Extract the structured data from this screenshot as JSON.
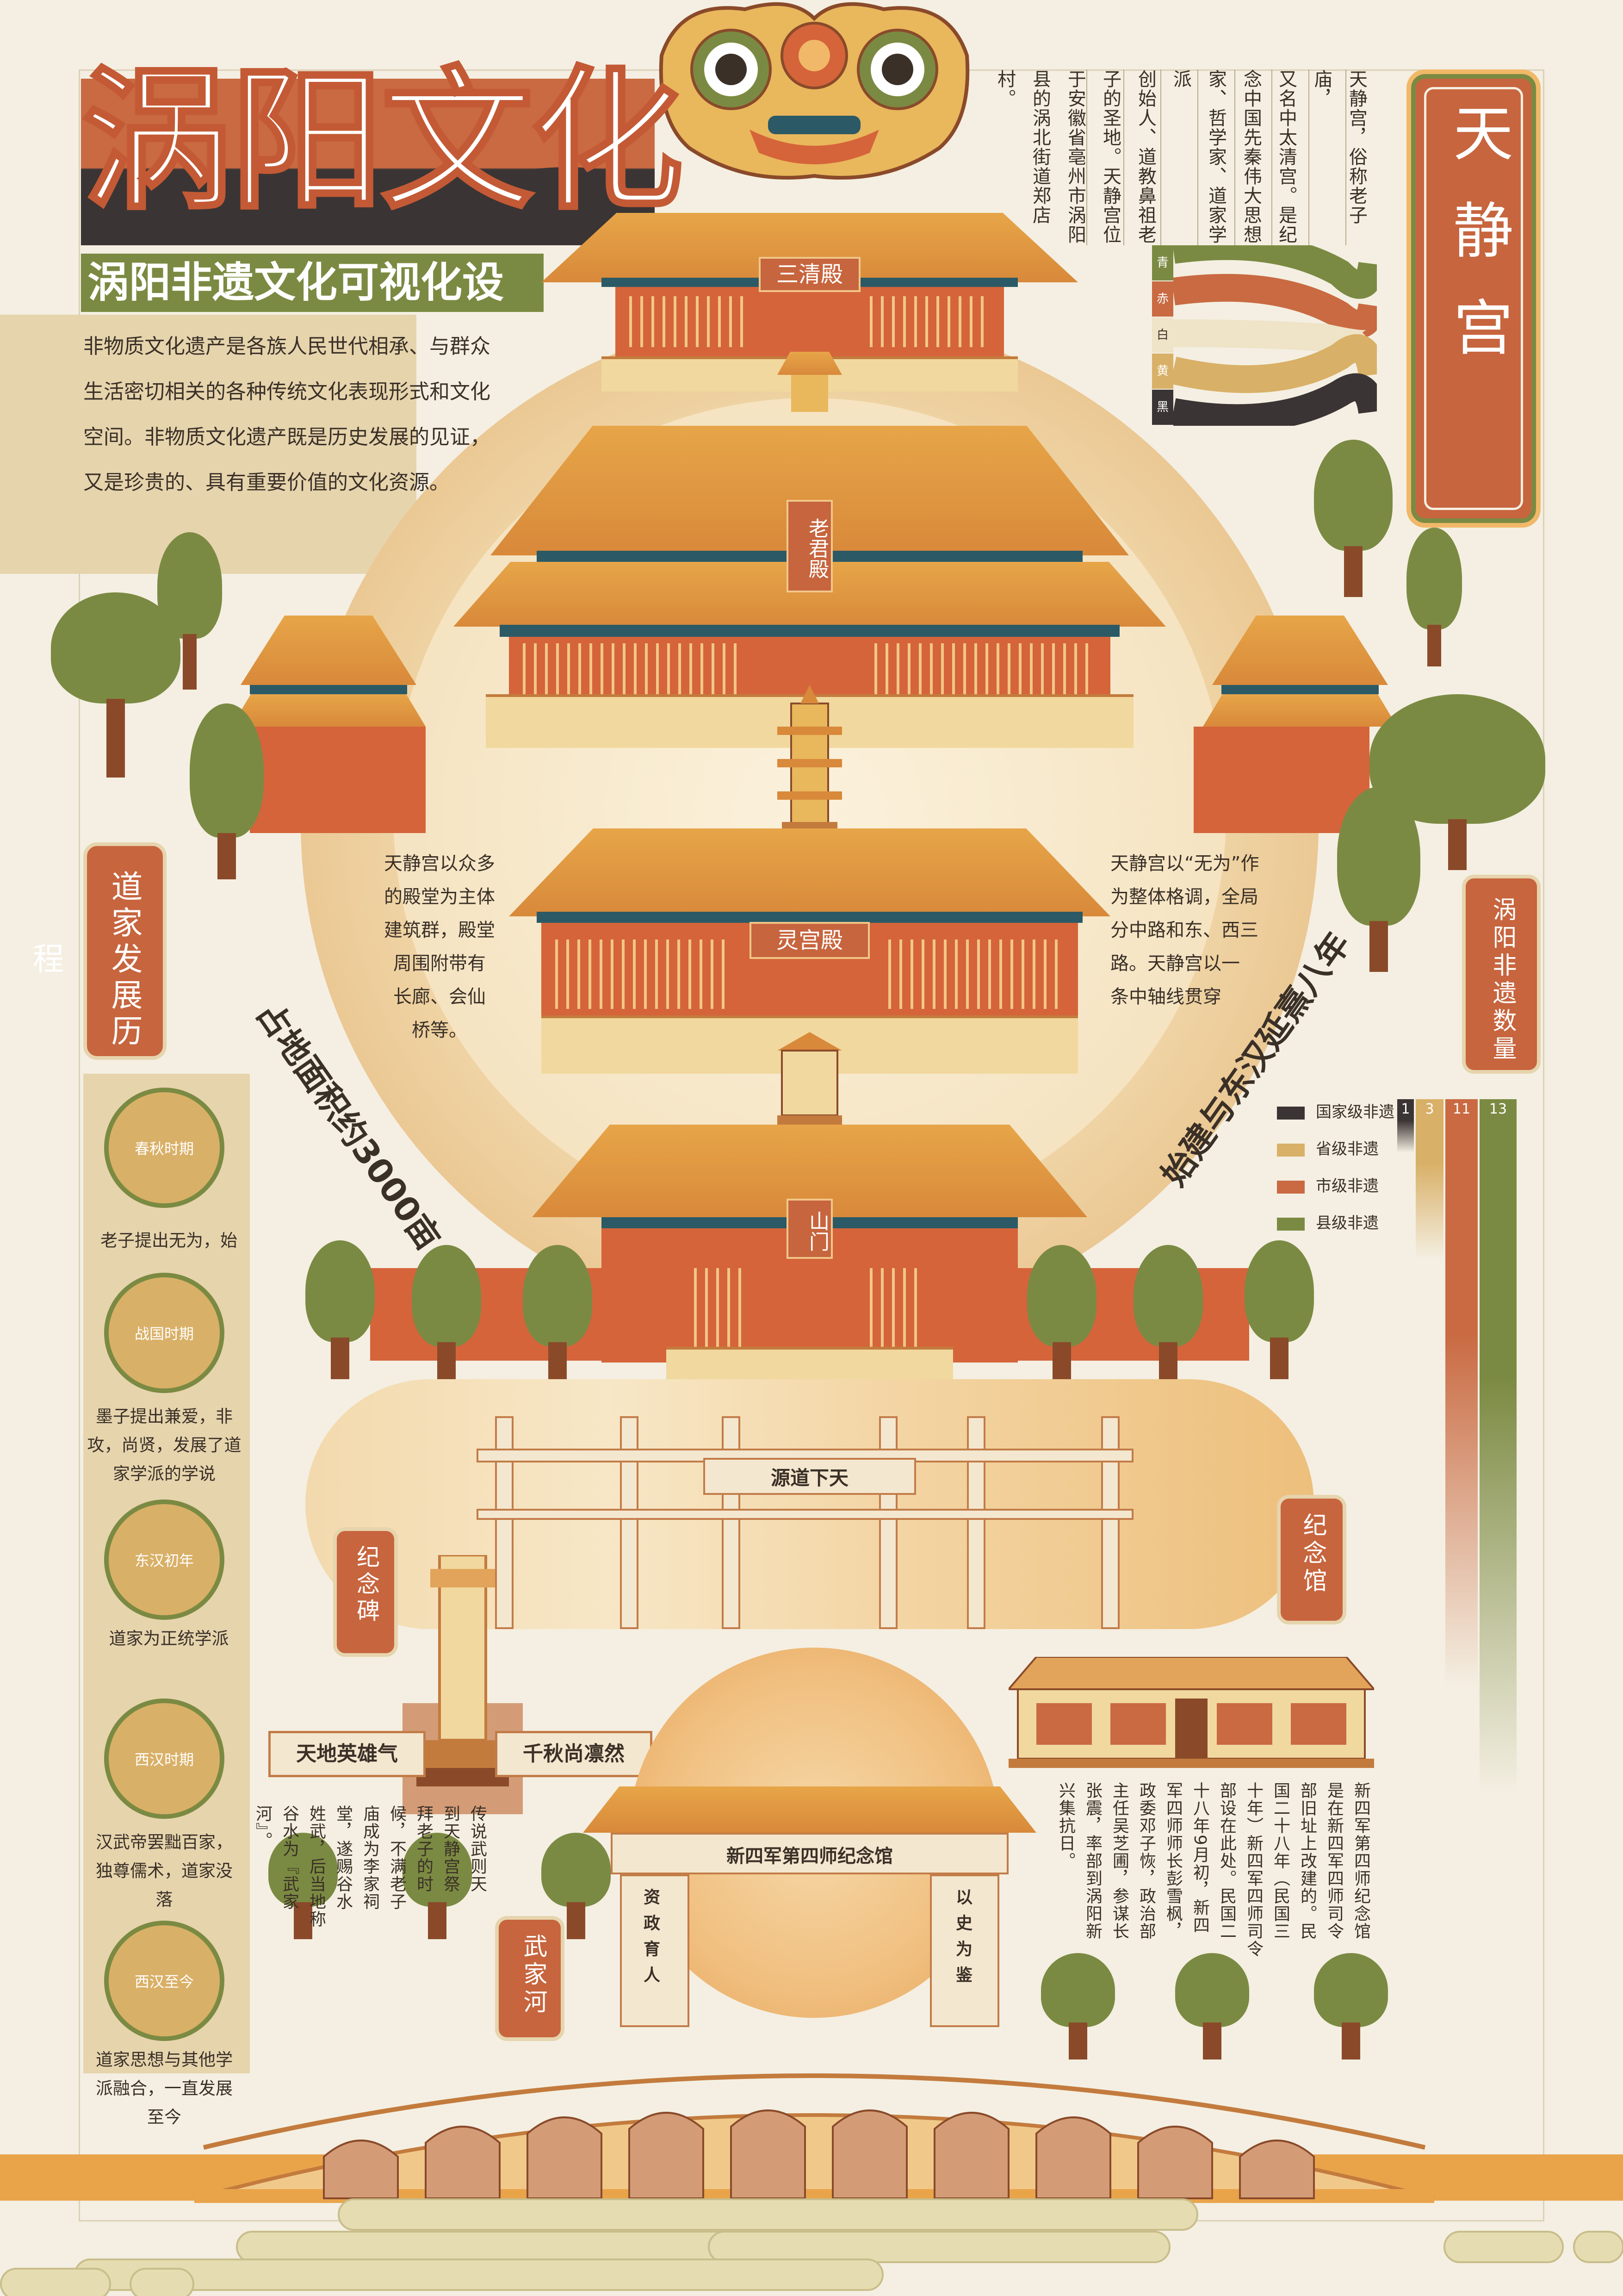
{
  "header": {
    "title": "涡阳文化",
    "subtitle": "涡阳非遗文化可视化设计",
    "intro": "非物质文化遗产是各族人民世代相承、与群众生活密切相关的各种传统文化表现形式和文化空间。非物质文化遗产既是历史发展的见证，又是珍贵的、具有重要价值的文化资源。"
  },
  "tianjing": {
    "sign": "天静宫",
    "desc_lines": [
      "天静宫，俗称老子庙，",
      "又名中太清宫。是纪",
      "念中国先秦伟大思想",
      "家、哲学家、道家学派",
      "创始人、道教鼻祖老",
      "子的圣地。天静宫位",
      "于安徽省亳州市涡阳",
      "县的涡北街道郑店",
      "村。"
    ]
  },
  "color_strip": [
    "青",
    "赤",
    "白",
    "黄",
    "黑"
  ],
  "buildings": {
    "sanqing": "三清殿",
    "laojun": "老君殿",
    "linggong": "灵宫殿",
    "shanmen": "山门"
  },
  "arcs": {
    "left": "占地面积约3000亩",
    "right": "始建与东汉延熹八年"
  },
  "info": {
    "left": [
      "天静宫以众多",
      "的殿堂为主体",
      "建筑群，殿堂",
      "周围附带有",
      "长廊、会仙",
      "桥等。"
    ],
    "right": [
      "天静宫以“无为”作",
      "为整体格调，全局",
      "分中路和东、西三",
      "路。天静宫以一",
      "条中轴线贯穿"
    ]
  },
  "timeline": {
    "sign": "道家发展历程",
    "periods": [
      {
        "name": "春秋时期",
        "text": "老子提出无为，始"
      },
      {
        "name": "战国时期",
        "text": "墨子提出兼爱，非攻，尚贤，发展了道家学派的学说"
      },
      {
        "name": "东汉初年",
        "text": "道家为正统学派"
      },
      {
        "name": "西汉时期",
        "text": "汉武帝罢黜百家，独尊儒术，道家没落"
      },
      {
        "name": "西汉至今",
        "text": "道家思想与其他学派融合，一直发展至今"
      }
    ]
  },
  "stats": {
    "sign": "涡阳非遗数量",
    "legend": [
      {
        "label": "国家级非遗",
        "color": "#3b3434",
        "value": 1
      },
      {
        "label": "省级非遗",
        "color": "#d9b067",
        "value": 3
      },
      {
        "label": "市级非遗",
        "color": "#c96a42",
        "value": 11
      },
      {
        "label": "县级非遗",
        "color": "#7b8a42",
        "value": 13
      }
    ]
  },
  "gateway": {
    "plaque": "源道下天"
  },
  "monument": {
    "sign": "纪念碑",
    "couplet_left": "天地英雄气",
    "couplet_right": "千秋尚凛然"
  },
  "memorial": {
    "sign": "纪念馆",
    "desc_lines": [
      "新四军第四师纪念馆",
      "是在新四军四师司令",
      "部旧址上改建的。民",
      "国二十八年（民国三",
      "十年）新四军四师司令",
      "部设在此处。民国二",
      "十八年9月初，新四",
      "军四师师长彭雪枫，",
      "政委邓子恢，政治部",
      "主任吴芝圃，参谋长",
      "张震，率部到涡阳新",
      "兴集抗日。"
    ]
  },
  "n4gate": {
    "plaque": "新四军第四师纪念馆",
    "left_scroll": "资政育人",
    "right_scroll": "以史为鉴"
  },
  "wujia": {
    "sign": "武家河",
    "desc_lines": [
      "传说武则天",
      "到天静宫祭",
      "拜老子的时",
      "候，不满老子",
      "庙成为李家祠",
      "堂，遂赐谷水",
      "姓武，后当地称",
      "谷水为『武家",
      "河』。"
    ]
  }
}
